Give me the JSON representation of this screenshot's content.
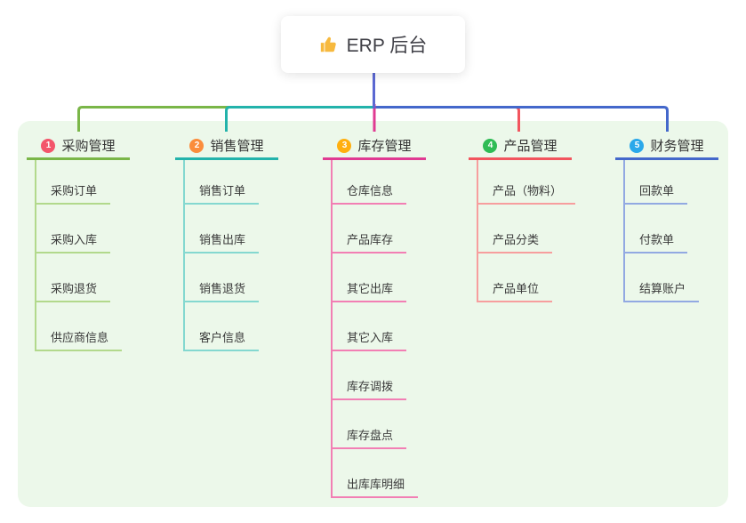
{
  "root": {
    "label": "ERP 后台",
    "icon": "thumbs-up",
    "icon_color": "#f7b93e"
  },
  "panel_bg": "#ecf8ea",
  "connector_colors": {
    "root": "#5b68d2",
    "green": "#7ab648",
    "teal": "#23b3ab",
    "magenta": "#e03a92",
    "red": "#f2555e",
    "blue": "#4468cb"
  },
  "branches": [
    {
      "number": "1",
      "title": "采购管理",
      "badge_color": "#f3566b",
      "line_color": "#7ab648",
      "child_line_color": "#b2d98c",
      "children": [
        "采购订单",
        "采购入库",
        "采购退货",
        "供应商信息"
      ]
    },
    {
      "number": "2",
      "title": "销售管理",
      "badge_color": "#fb8d3c",
      "line_color": "#23b3ab",
      "child_line_color": "#84d8d0",
      "children": [
        "销售订单",
        "销售出库",
        "销售退货",
        "客户信息"
      ]
    },
    {
      "number": "3",
      "title": "库存管理",
      "badge_color": "#ffaf0f",
      "line_color": "#e03a92",
      "child_line_color": "#f27fb4",
      "children": [
        "仓库信息",
        "产品库存",
        "其它出库",
        "其它入库",
        "库存调拨",
        "库存盘点",
        "出库库明细"
      ]
    },
    {
      "number": "4",
      "title": "产品管理",
      "badge_color": "#2fbc55",
      "line_color": "#f2555e",
      "child_line_color": "#f79e9e",
      "children": [
        "产品（物料）",
        "产品分类",
        "产品单位"
      ]
    },
    {
      "number": "5",
      "title": "财务管理",
      "badge_color": "#2aa8ea",
      "line_color": "#4468cb",
      "child_line_color": "#92a9e2",
      "children": [
        "回款单",
        "付款单",
        "结算账户"
      ]
    }
  ]
}
